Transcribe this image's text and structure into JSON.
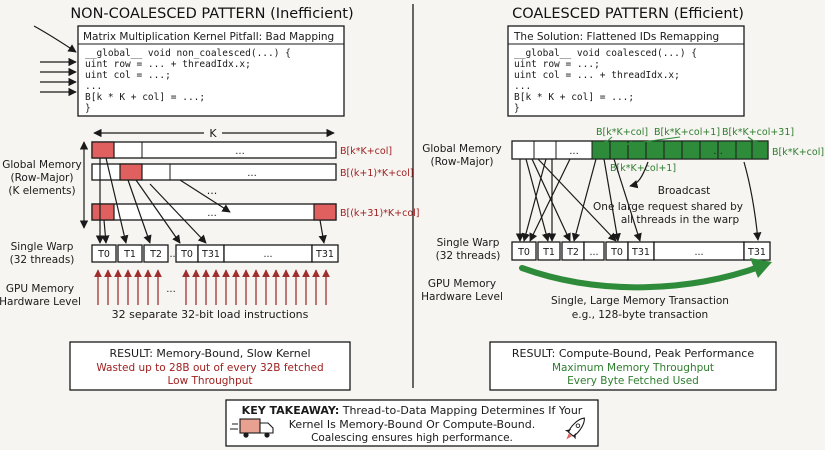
{
  "left": {
    "title": "NON-COALESCED PATTERN (Inefficient)",
    "code_title": "Matrix Multiplication Kernel Pitfall: Bad Mapping",
    "code": [
      "__global__ void non_coalesced(...) {",
      "  uint row = ... + threadIdx.x;",
      "  uint col = ...;",
      "  ...",
      "  B[k * K + col] = ...;",
      "}"
    ],
    "k_label": "K",
    "mem_label": [
      "Global Memory",
      "(Row-Major)",
      "(K elements)"
    ],
    "row_labels": [
      "B[k*K+col]",
      "B[(k+1)*K+col]",
      "B[(k+31)*K+col]"
    ],
    "ellipsis": "...",
    "warp_label": [
      "Single Warp",
      "(32 threads)"
    ],
    "threads": [
      "T0",
      "T1",
      "T2",
      "...",
      "T0",
      "T31",
      "...",
      "T31"
    ],
    "hw_label": [
      "GPU Memory",
      "Hardware Level"
    ],
    "load_note": "32 separate 32-bit load instructions",
    "result_title": "RESULT: Memory-Bound, Slow Kernel",
    "result_lines": [
      "Wasted up to 28B out of every 32B fetched",
      "Low Throughput"
    ]
  },
  "right": {
    "title": "COALESCED PATTERN (Efficient)",
    "code_title": "The Solution: Flattened IDs Remapping",
    "code": [
      "__global__ void coalesced(...) {",
      "  uint row = ...;",
      "  uint col = ... + threadIdx.x;",
      "  ...",
      "  B[k * K + col] = ...;",
      "}"
    ],
    "mem_label": [
      "Global Memory",
      "(Row-Major)"
    ],
    "top_labels": [
      "B[k*K+col]",
      "B[k*K+col+1]",
      "B[k*K+col+31]"
    ],
    "side_label": "B[k*K+col]",
    "inner_label": "B[k*K+col+1]",
    "ellipsis": "...",
    "broadcast": "Broadcast",
    "request_note": [
      "One large request shared by",
      "all threads in the warp"
    ],
    "warp_label": [
      "Single Warp",
      "(32 threads)"
    ],
    "threads": [
      "T0",
      "T1",
      "T2",
      "...",
      "T0",
      "T31",
      "...",
      "T31"
    ],
    "hw_label": [
      "GPU Memory",
      "Hardware Level"
    ],
    "transaction_note": [
      "Single, Large Memory Transaction",
      "e.g., 128-byte transaction"
    ],
    "result_title": "RESULT: Compute-Bound, Peak Performance",
    "result_lines": [
      "Maximum Memory Throughput",
      "Every Byte Fetched Used"
    ]
  },
  "takeaway": {
    "heading": "KEY TAKEAWAY:",
    "line1_rest": " Thread-to-Data Mapping Determines If Your",
    "line2": "Kernel Is Memory-Bound Or Compute-Bound.",
    "line3": "Coalescing ensures high performance."
  },
  "colors": {
    "red_cell": "#e06060",
    "green_cell": "#2e8b3a",
    "red_text": "#a02020",
    "green_text": "#2e7d2e",
    "ink": "#1a1a1a"
  },
  "icons": [
    "truck-icon",
    "rocket-icon"
  ]
}
